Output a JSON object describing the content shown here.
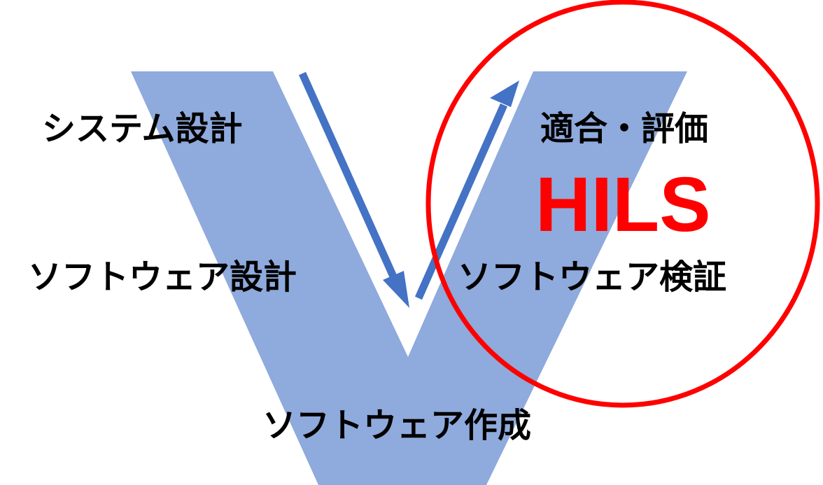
{
  "diagram": {
    "type": "V-model",
    "colors": {
      "v_shape": "#8faadc",
      "arrow": "#4472c4",
      "highlight_circle": "#ff0000",
      "label_text": "#000000",
      "hils_text": "#ff0000"
    },
    "labels": {
      "system_design": "システム設計",
      "software_design": "ソフトウェア設計",
      "software_build": "ソフトウェア作成",
      "software_verification": "ソフトウェア検証",
      "calibration_evaluation": "適合・評価",
      "hils": "HILS"
    },
    "arrows": [
      {
        "name": "down-arrow",
        "direction": "down"
      },
      {
        "name": "up-arrow",
        "direction": "up"
      }
    ]
  }
}
